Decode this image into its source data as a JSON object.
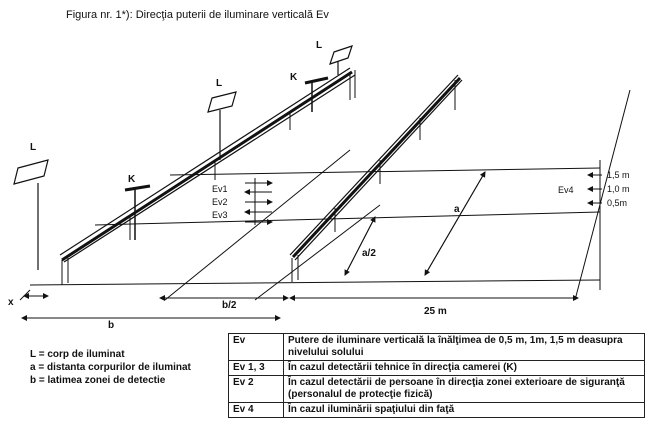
{
  "title": "Figura nr. 1*): Direcţia puterii de iluminare verticală Ev",
  "labels": {
    "L": "L",
    "K": "K",
    "Ev1": "Ev1",
    "Ev2": "Ev2",
    "Ev3": "Ev3",
    "Ev4": "Ev4",
    "a": "a",
    "a_half": "a/2",
    "b": "b",
    "b_half": "b/2",
    "x": "x",
    "dist_25m": "25 m",
    "h15": "1,5 m",
    "h10": "1,0 m",
    "h05": "0,5m"
  },
  "legend": [
    "L = corp de iluminat",
    "a = distanta corpurilor de iluminat",
    "b = latimea zonei de detectie"
  ],
  "table": [
    {
      "code": "Ev",
      "desc": "Putere de iluminare verticală la înălţimea de 0,5 m, 1m, 1,5 m deasupra nivelului solului"
    },
    {
      "code": "Ev 1, 3",
      "desc": "În cazul detectării tehnice în direcţia camerei (K)"
    },
    {
      "code": "Ev 2",
      "desc": "În cazul detectării de persoane în direcţia zonei exterioare de siguranţă (personalul de protecţie fizică)"
    },
    {
      "code": "Ev 4",
      "desc": "În cazul iluminării spaţiului din faţă"
    }
  ]
}
